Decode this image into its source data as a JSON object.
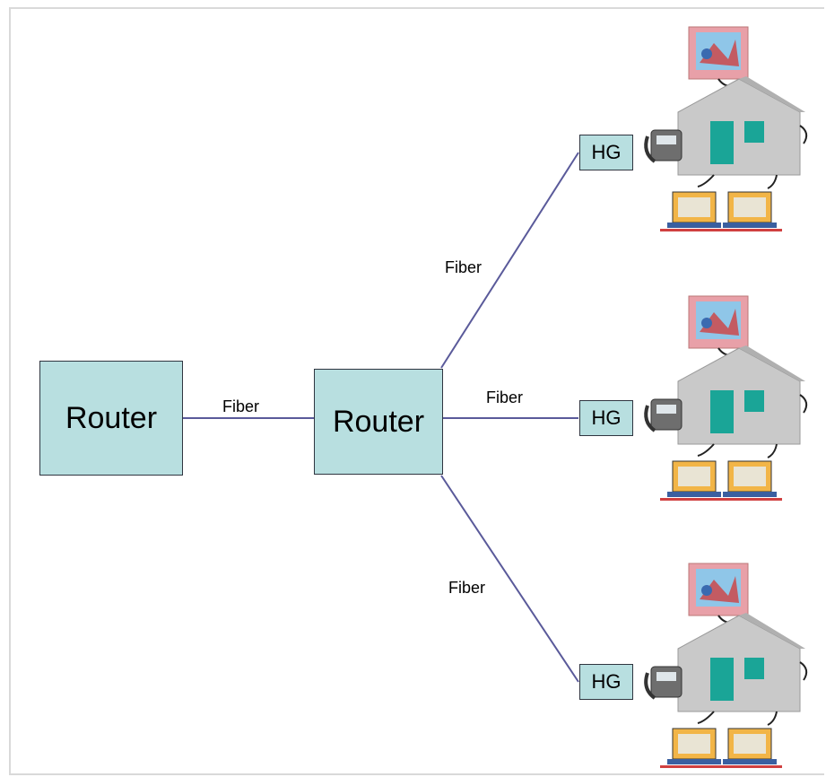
{
  "nodes": {
    "router_core": "Router",
    "router_edge": "Router",
    "home_gateways": [
      "HG",
      "HG",
      "HG"
    ]
  },
  "links": {
    "core_to_edge": "Fiber",
    "edge_to_home_1": "Fiber",
    "edge_to_home_2": "Fiber",
    "edge_to_home_3": "Fiber"
  },
  "colors": {
    "box_fill": "#b8dfe0",
    "line": "#5a5a9a",
    "house": "#c9c9c9",
    "window": "#1aa597",
    "laptop": "#f2b547"
  }
}
